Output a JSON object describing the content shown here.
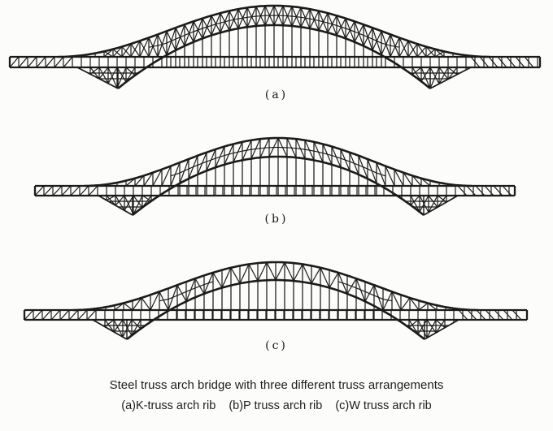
{
  "page": {
    "background": "#fcfcfa",
    "ink": "#1b1b1b"
  },
  "figure": {
    "title": "Steel truss arch bridge with three different truss arrangements",
    "bridges": [
      {
        "id": "a",
        "label": "(a)",
        "truss": "K-truss arch rib",
        "caption": "(a)K-truss arch rib",
        "web_style": "K"
      },
      {
        "id": "b",
        "label": "(b)",
        "truss": "P truss arch rib",
        "caption": "(b)P truss arch rib",
        "web_style": "P"
      },
      {
        "id": "c",
        "label": "(c)",
        "truss": "W truss arch rib",
        "caption": "(c)W truss arch rib",
        "web_style": "W"
      }
    ]
  }
}
